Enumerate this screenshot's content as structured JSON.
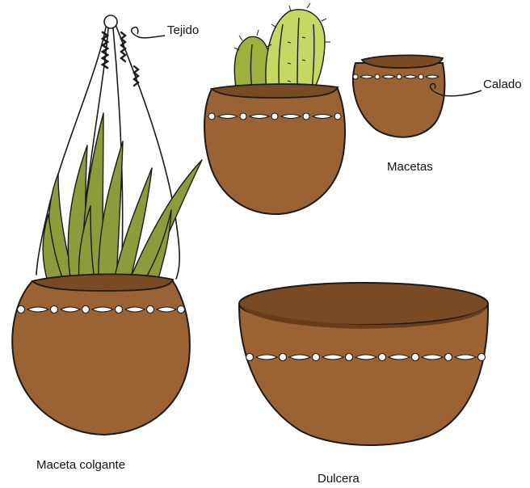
{
  "labels": {
    "tejido": "Tejido",
    "calado": "Calado",
    "macetas": "Macetas",
    "maceta_colgante": "Maceta colgante",
    "dulcera": "Dulcera"
  },
  "colors": {
    "pot_body": "#9b6234",
    "pot_inner": "#7a4a22",
    "pot_rim_dark": "#6a3d1a",
    "outline": "#1a1a1a",
    "perforation": "#ffffff",
    "agave_leaf": "#8e9b3a",
    "cactus_light": "#c7d763",
    "cactus_dark": "#9fb03c",
    "background": "#ffffff"
  }
}
